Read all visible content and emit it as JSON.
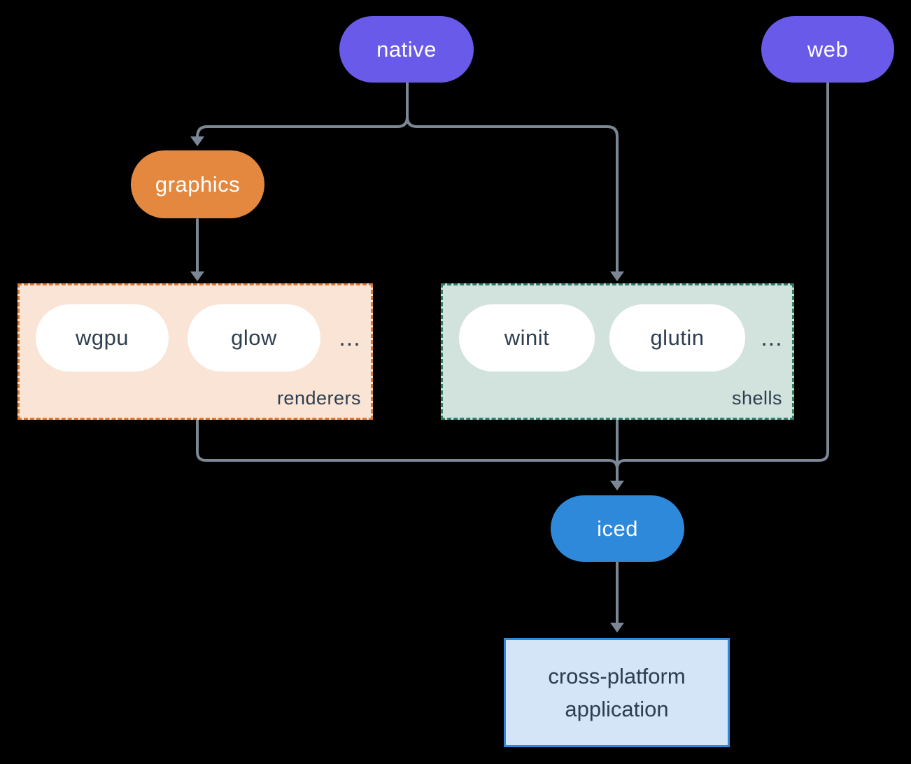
{
  "colors": {
    "background": "#000000",
    "connector": "#7B8794",
    "purple": "#6A5AEA",
    "orange": "#E3883E",
    "blue": "#2E89DB",
    "white": "#FFFFFF",
    "slate_text": "#2D3E50",
    "renderers_bg": "#F9E4D5",
    "renderers_border": "#DB7A31",
    "shells_bg": "#D2E2DC",
    "shells_border": "#2F7D6D",
    "app_bg": "#D4E5F7",
    "app_border": "#2F89DB"
  },
  "nodes": {
    "native": "native",
    "web": "web",
    "graphics": "graphics",
    "iced": "iced",
    "application": "cross-platform application"
  },
  "groups": {
    "renderers": {
      "label": "renderers",
      "items": [
        "wgpu",
        "glow"
      ],
      "more": "..."
    },
    "shells": {
      "label": "shells",
      "items": [
        "winit",
        "glutin"
      ],
      "more": "..."
    }
  }
}
